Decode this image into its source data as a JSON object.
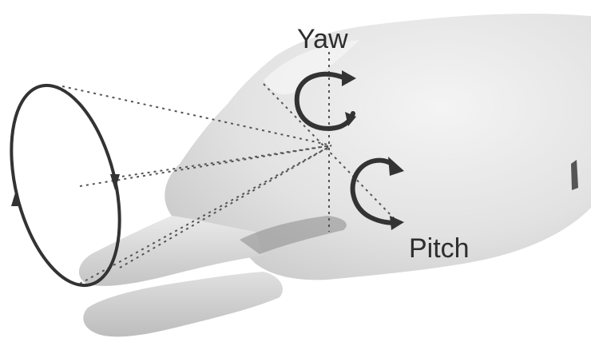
{
  "labels": {
    "yaw": "Yaw",
    "pitch": "Pitch"
  },
  "colors": {
    "background": "#ffffff",
    "skin_light": "#ececec",
    "skin_mid": "#d9d9d9",
    "skin_shadow": "#b5b5b5",
    "ink": "#333333"
  },
  "icons": [
    "hand-illustration",
    "yaw-rotation-arrow-icon",
    "pitch-rotation-arrow-icon",
    "circular-motion-arrow-icon"
  ]
}
